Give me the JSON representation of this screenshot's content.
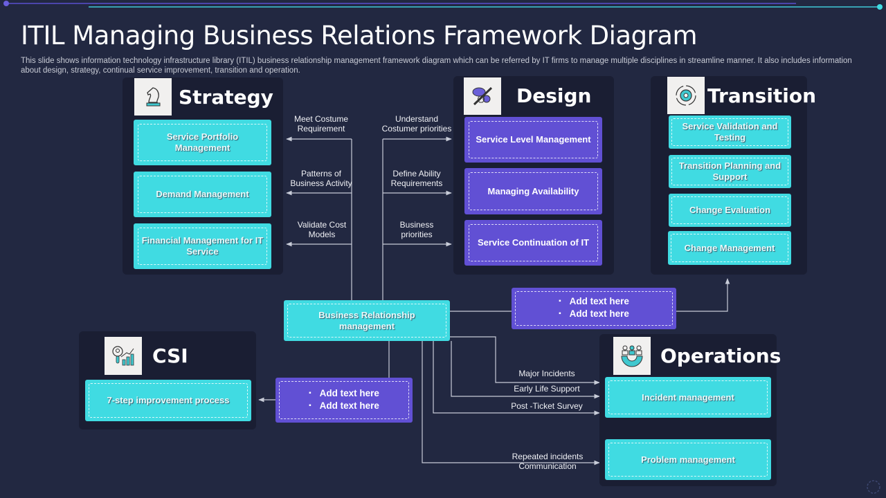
{
  "header": {
    "title": "ITIL Managing Business Relations Framework Diagram",
    "subtitle": "This slide shows information technology infrastructure library (ITIL)  business relationship management framework diagram which can be referred by IT firms to manage multiple disciplines in streamline manner. It also includes information about design, strategy, continual service improvement, transition and operation."
  },
  "colors": {
    "background": "#222841",
    "panel": "#1a1e33",
    "cyan": "#40dbe2",
    "purple": "#6150d4",
    "line": "#c8ccd8"
  },
  "strategy": {
    "heading": "Strategy",
    "icon": "chess-knight-icon",
    "items": [
      "Service Portfolio Management",
      "Demand Management",
      "Financial Management for IT Service"
    ]
  },
  "design": {
    "heading": "Design",
    "icon": "idea-design-icon",
    "items": [
      "Service Level Management",
      "Managing Availability",
      "Service Continuation of IT"
    ]
  },
  "transition": {
    "heading": "Transition",
    "icon": "gear-cycle-icon",
    "items": [
      "Service Validation and Testing",
      "Transition Planning and Support",
      "Change Evaluation",
      "Change Management"
    ]
  },
  "csi": {
    "heading": "CSI",
    "icon": "analytics-growth-icon",
    "items": [
      "7-step  improvement process"
    ]
  },
  "operations": {
    "heading": "Operations",
    "icon": "team-gear-icon",
    "items": [
      "Incident management",
      "Problem  management"
    ]
  },
  "center": {
    "label": "Business  Relationship management"
  },
  "note_boxes": {
    "transition_note": [
      "Add  text here",
      "Add  text here"
    ],
    "csi_note": [
      "Add  text here",
      "Add  text here"
    ]
  },
  "connector_labels": {
    "strategy": [
      "Meet Costume Requirement",
      "Patterns of Business Activity",
      "Validate Cost Models"
    ],
    "design": [
      "Understand Costumer priorities",
      "Define Ability Requirements",
      "Business priorities"
    ],
    "operations": [
      "Major Incidents",
      "Early Life  Support",
      "Post -Ticket  Survey",
      "Repeated  incidents Communication"
    ]
  }
}
